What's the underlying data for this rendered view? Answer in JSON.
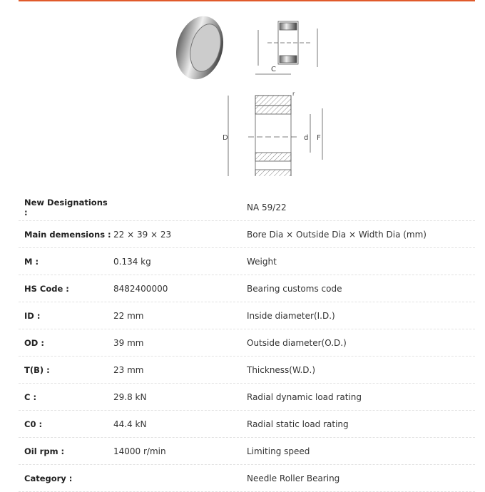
{
  "colors": {
    "accent": "#e05a2b"
  },
  "figure": {
    "labels": {
      "c": "C",
      "d_outer": "D",
      "d_inner": "d",
      "f": "F",
      "r": "r"
    }
  },
  "specs": [
    {
      "label": "New Designations :",
      "value": "",
      "desc": "NA 59/22"
    },
    {
      "label": "Main demensions :",
      "value": "22 × 39 × 23",
      "desc": "Bore Dia × Outside Dia × Width Dia (mm)"
    },
    {
      "label": "M :",
      "value": "0.134 kg",
      "desc": "Weight"
    },
    {
      "label": "HS Code :",
      "value": "8482400000",
      "desc": "Bearing customs code"
    },
    {
      "label": "ID :",
      "value": "22 mm",
      "desc": "Inside diameter(I.D.)"
    },
    {
      "label": "OD :",
      "value": "39 mm",
      "desc": "Outside diameter(O.D.)"
    },
    {
      "label": "T(B) :",
      "value": "23 mm",
      "desc": "Thickness(W.D.)"
    },
    {
      "label": "C :",
      "value": "29.8 kN",
      "desc": "Radial dynamic load rating"
    },
    {
      "label": "C0 :",
      "value": "44.4 kN",
      "desc": "Radial static load rating"
    },
    {
      "label": "Oil rpm :",
      "value": "14000 r/min",
      "desc": "Limiting speed"
    },
    {
      "label": "Category :",
      "value": "",
      "desc": "Needle Roller Bearing"
    }
  ]
}
